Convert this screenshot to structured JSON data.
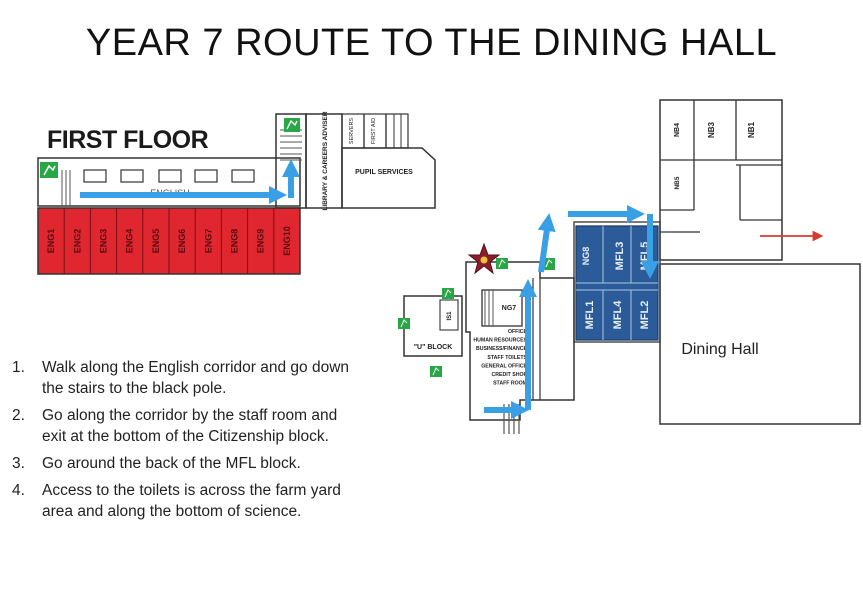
{
  "title": "YEAR 7 ROUTE TO THE DINING HALL",
  "floor_label": "FIRST FLOOR",
  "first_floor": {
    "corridor_label": "ENGLISH",
    "classrooms": [
      "ENG1",
      "ENG2",
      "ENG3",
      "ENG4",
      "ENG5",
      "ENG6",
      "ENG7",
      "ENG8",
      "ENG9",
      "ENG10"
    ],
    "library_label": "LIBRARY & CAREERS ADVISER",
    "small_rooms": [
      "SERVERS",
      "FIRST AID"
    ],
    "pupil_services": "PUPIL SERVICES"
  },
  "ground_floor": {
    "ng_rooms": [
      "NB4",
      "NB3",
      "NB1",
      "NB5"
    ],
    "mfl_rooms": [
      "NG8",
      "MFL3",
      "MFL5",
      "MFL1",
      "MFL4",
      "MFL2"
    ],
    "ng7": "NG7",
    "is1": "IS1",
    "u_block": "\"U\" BLOCK",
    "offices": [
      "OFFICE",
      "HUMAN RESOURCES",
      "BUSINESS/FINANCE",
      "STAFF TOILETS",
      "GENERAL OFFICE",
      "CREDIT SHOP",
      "STAFF ROOM"
    ],
    "dining_hall": "Dining Hall"
  },
  "steps": [
    {
      "num": "1.",
      "text": "Walk along the English corridor and go down the stairs to the black pole."
    },
    {
      "num": "2.",
      "text": "Go along the corridor by the staff room and exit at the bottom of the Citizenship block."
    },
    {
      "num": "3.",
      "text": "Go around the back of the MFL block."
    },
    {
      "num": "4.",
      "text": "Access to the toilets is across the farm yard area and along the bottom of science."
    }
  ],
  "colors": {
    "route_arrow": "#3aa0e6",
    "classroom_red": "#e0262e",
    "mfl_blue": "#2b5c99",
    "exit_green": "#27a844",
    "exit_arrow": "#d93a2f"
  }
}
